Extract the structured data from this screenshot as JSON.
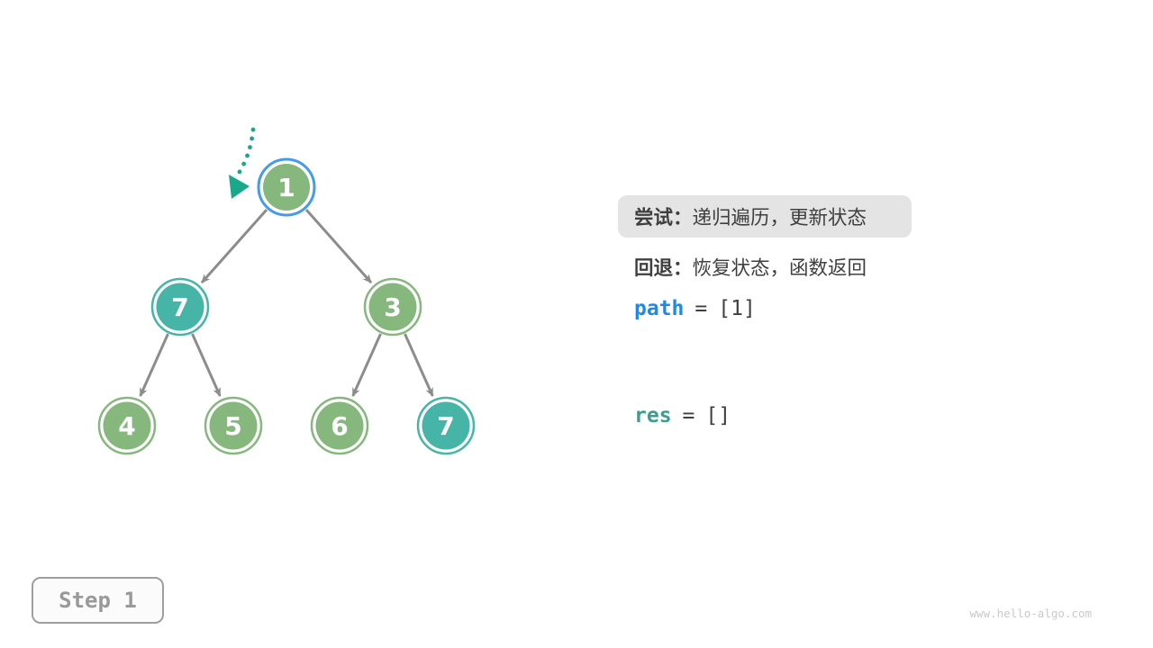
{
  "tree": {
    "nodes": [
      {
        "label": "1",
        "color": "green",
        "ring": "blue",
        "state": "current"
      },
      {
        "label": "7",
        "color": "teal",
        "ring": "teal",
        "state": "visited"
      },
      {
        "label": "3",
        "color": "green",
        "ring": "green",
        "state": "default"
      },
      {
        "label": "4",
        "color": "green",
        "ring": "green",
        "state": "default"
      },
      {
        "label": "5",
        "color": "green",
        "ring": "green",
        "state": "default"
      },
      {
        "label": "6",
        "color": "green",
        "ring": "green",
        "state": "default"
      },
      {
        "label": "7",
        "color": "teal",
        "ring": "teal",
        "state": "visited"
      }
    ],
    "edges": [
      [
        0,
        1
      ],
      [
        0,
        2
      ],
      [
        1,
        3
      ],
      [
        1,
        4
      ],
      [
        2,
        5
      ],
      [
        2,
        6
      ]
    ]
  },
  "panel": {
    "try_label": "尝试：",
    "try_text": "递归遍历，更新状态",
    "back_label": "回退：",
    "back_text": "恢复状态，函数返回",
    "path_var": "path",
    "path_eq": "=",
    "path_value": "[1]",
    "res_var": "res",
    "res_eq": "=",
    "res_value": "[]"
  },
  "step": {
    "label": "Step 1"
  },
  "watermark": "www.hello-algo.com",
  "colors": {
    "node_green": "#86B87E",
    "node_teal": "#46B4A6",
    "highlight_ring_blue": "#459BE6",
    "edge_gray": "#8C8C8C",
    "arrow_teal": "#18A98B",
    "path_blue": "#2088E8",
    "res_teal": "#3A9E8E",
    "text_dark": "#3F3F3F",
    "highlight_bg": "#E4E4E4",
    "step_gray": "#999999",
    "watermark_gray": "#C9C9C9"
  }
}
